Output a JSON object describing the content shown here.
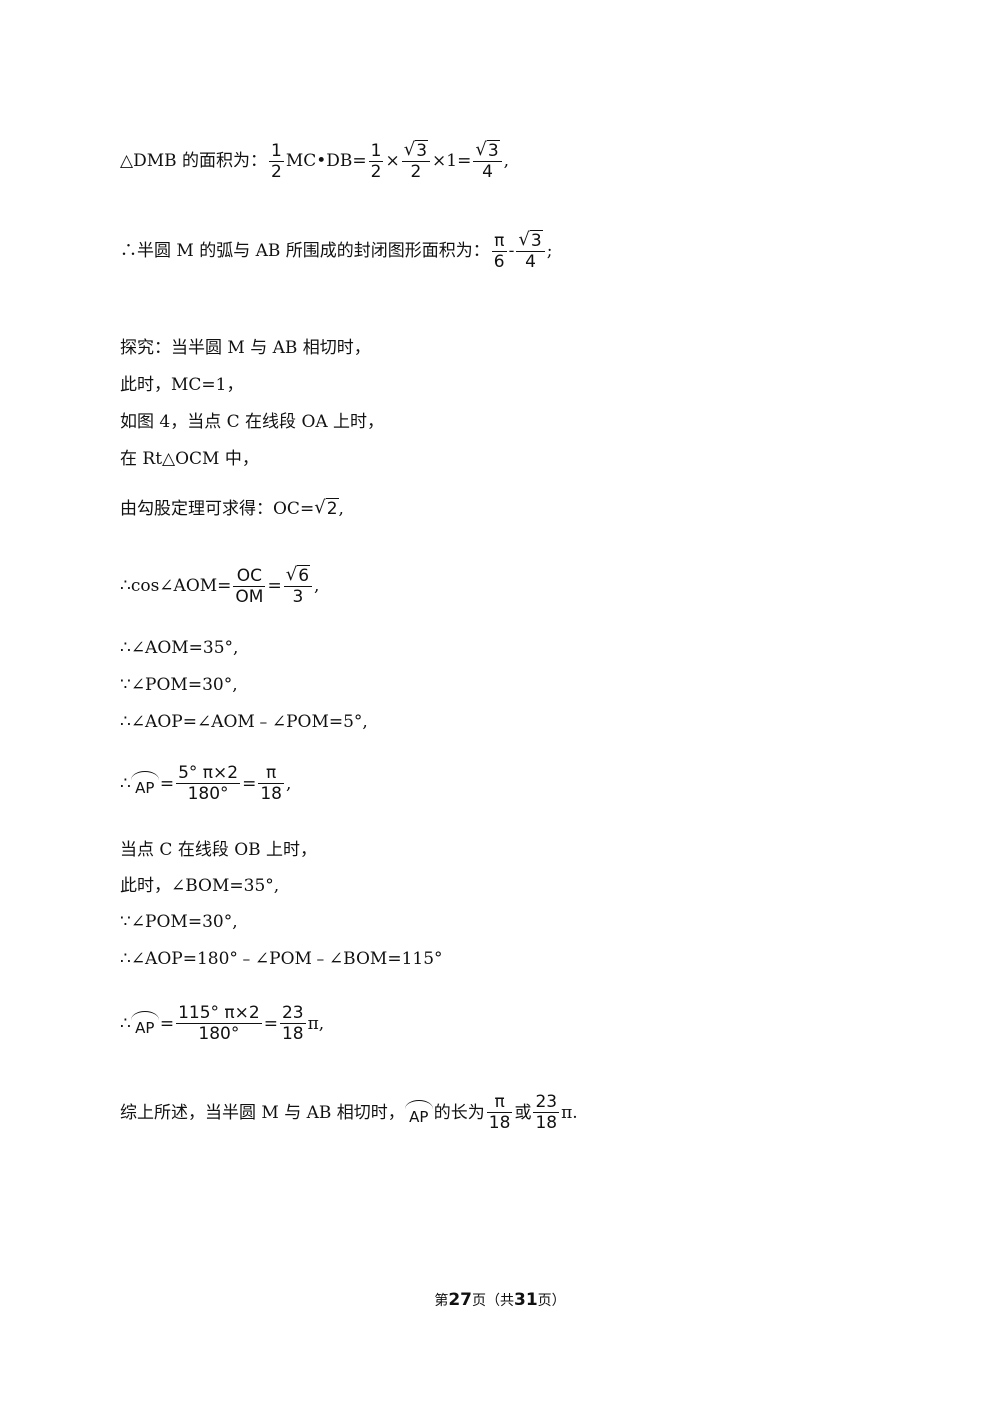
{
  "l1": {
    "pre": "△DMB 的面积为：",
    "f1n": "1",
    "f1d": "2",
    "mid": " MC•DB=",
    "f2n": "1",
    "f2d": "2",
    "times1": "×",
    "f3n": "3",
    "f3d": "2",
    "times2": "×1=",
    "f4n": "3",
    "f4d": "4",
    "end": ","
  },
  "l2": {
    "pre": "∴半圆 M 的弧与 AB 所围成的封闭图形面积为：",
    "f1n": "π",
    "f1d": "6",
    "minus": " - ",
    "f2n": "3",
    "f2d": "4",
    "end": ";"
  },
  "l3": "探究：当半圆 M 与 AB 相切时，",
  "l4": "此时，MC=1，",
  "l5": "如图 4，当点 C 在线段 OA 上时，",
  "l6": "在 Rt△OCM 中，",
  "l7": {
    "pre": "由勾股定理可求得：OC=",
    "rad": "2",
    "end": ","
  },
  "l8": {
    "pre": "∴cos∠AOM=",
    "f1n": "OC",
    "f1d": "OM",
    "eq": "=",
    "f2n": "6",
    "f2d": "3",
    "end": ","
  },
  "l9": "∴∠AOM=35°,",
  "l10": "∵∠POM=30°,",
  "l11": "∴∠AOP=∠AOM﹣∠POM=5°,",
  "l12": {
    "pre": "∴",
    "arc": "AP",
    "eq": "=",
    "f1n": "5°  π×2",
    "f1d": "180°",
    "eq2": "=",
    "f2n": "π",
    "f2d": "18",
    "end": ","
  },
  "l13": "当点 C 在线段 OB 上时，",
  "l14": "此时，∠BOM=35°,",
  "l15": "∵∠POM=30°,",
  "l16": "∴∠AOP=180°﹣∠POM﹣∠BOM=115°",
  "l17": {
    "pre": "∴",
    "arc": "AP",
    "eq": "=",
    "f1n": "115°  π×2",
    "f1d": "180°",
    "eq2": "=",
    "f2n": "23",
    "f2d": "18",
    "end": "π,"
  },
  "l18": {
    "pre": "综上所述，当半圆 M 与 AB 相切时，",
    "arc": "AP",
    "mid": "的长为",
    "f1n": "π",
    "f1d": "18",
    "or": "或",
    "f2n": "23",
    "f2d": "18",
    "end": "π."
  },
  "footer": {
    "pre": "第",
    "page": "27",
    "mid": "页（共",
    "total": "31",
    "end": "页）"
  }
}
